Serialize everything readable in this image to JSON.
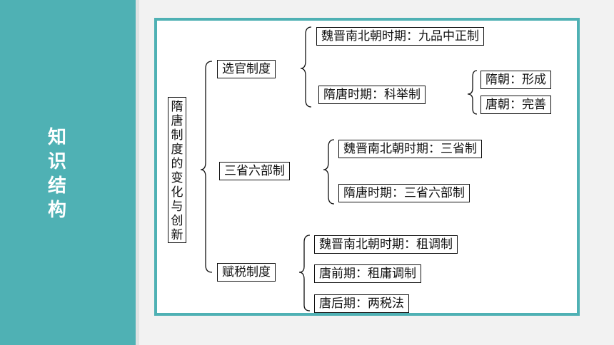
{
  "sidebar": {
    "title_chars": [
      "知",
      "识",
      "结",
      "构"
    ]
  },
  "colors": {
    "accent": "#4fb1b4",
    "background": "#f2f2f2",
    "text": "#111111"
  },
  "diagram": {
    "root_chars": [
      "隋",
      "唐",
      "制",
      "度",
      "的",
      "变",
      "化",
      "与",
      "创",
      "新"
    ],
    "branches": [
      {
        "label": "选官制度",
        "items": [
          {
            "label": "魏晋南北朝时期：九品中正制"
          },
          {
            "label": "隋唐时期：科举制",
            "children": [
              "隋朝：形成",
              "唐朝：完善"
            ]
          }
        ]
      },
      {
        "label": "三省六部制",
        "items": [
          {
            "label": "魏晋南北朝时期：三省制"
          },
          {
            "label": "隋唐时期：三省六部制"
          }
        ]
      },
      {
        "label": "赋税制度",
        "items": [
          {
            "label": "魏晋南北朝时期：租调制"
          },
          {
            "label": "唐前期：租庸调制"
          },
          {
            "label": "唐后期：两税法"
          }
        ]
      }
    ]
  }
}
